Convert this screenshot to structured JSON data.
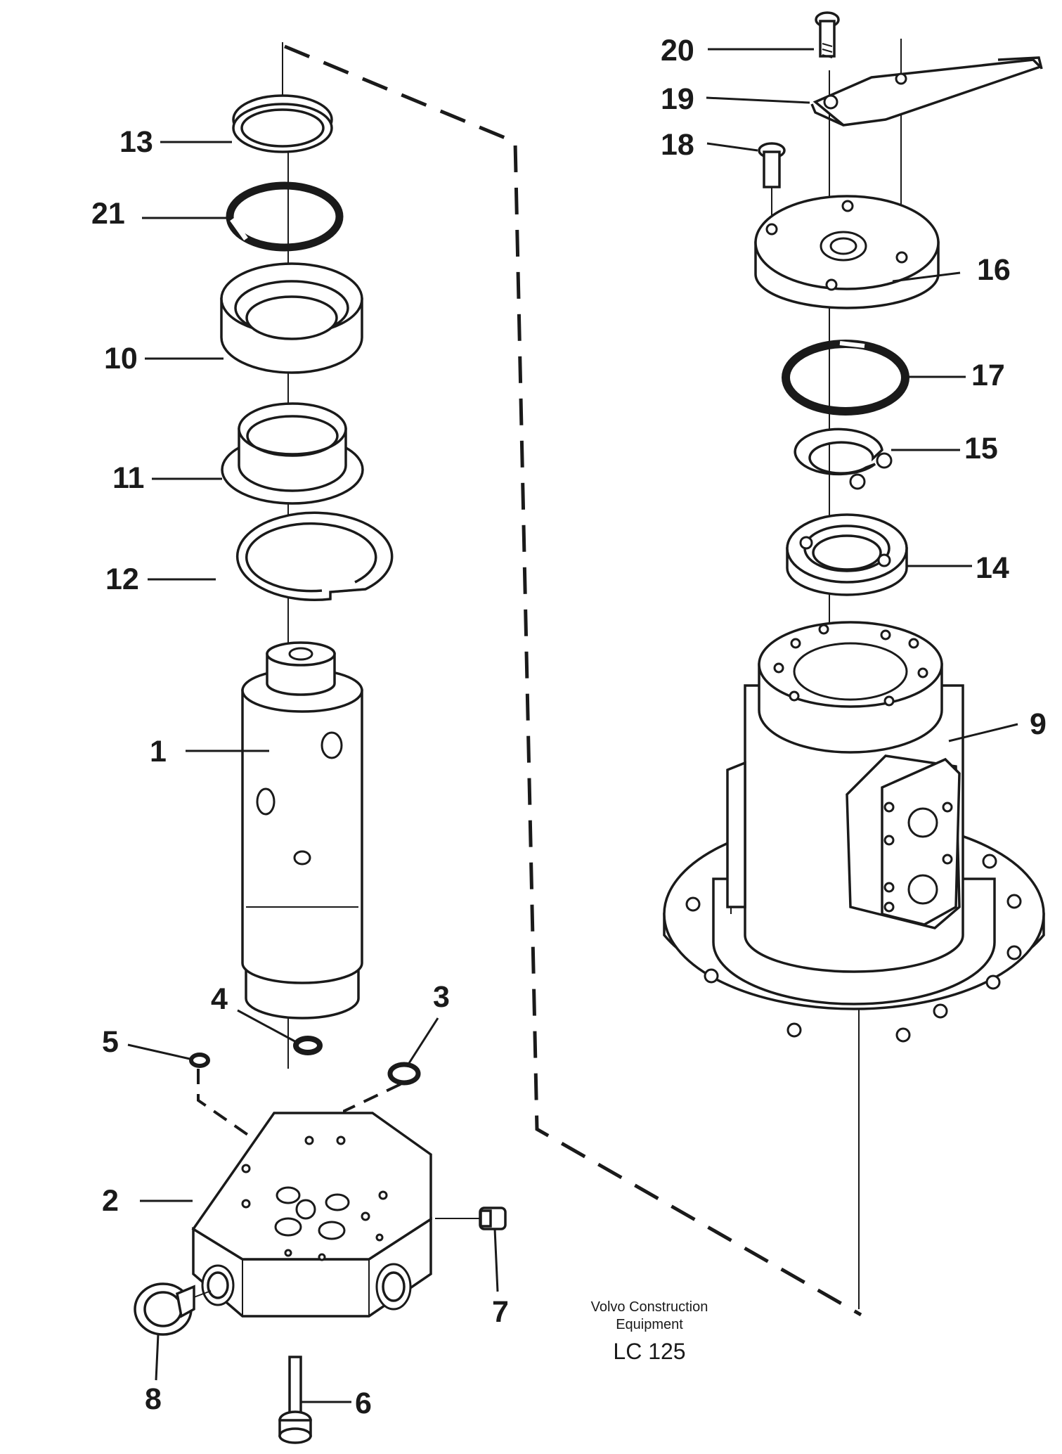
{
  "callouts": [
    {
      "id": "1",
      "text": "1"
    },
    {
      "id": "2",
      "text": "2"
    },
    {
      "id": "3",
      "text": "3"
    },
    {
      "id": "4",
      "text": "4"
    },
    {
      "id": "5",
      "text": "5"
    },
    {
      "id": "6",
      "text": "6"
    },
    {
      "id": "7",
      "text": "7"
    },
    {
      "id": "8",
      "text": "8"
    },
    {
      "id": "9",
      "text": "9"
    },
    {
      "id": "10",
      "text": "10"
    },
    {
      "id": "11",
      "text": "11"
    },
    {
      "id": "12",
      "text": "12"
    },
    {
      "id": "13",
      "text": "13"
    },
    {
      "id": "14",
      "text": "14"
    },
    {
      "id": "15",
      "text": "15"
    },
    {
      "id": "16",
      "text": "16"
    },
    {
      "id": "17",
      "text": "17"
    },
    {
      "id": "18",
      "text": "18"
    },
    {
      "id": "19",
      "text": "19"
    },
    {
      "id": "20",
      "text": "20"
    },
    {
      "id": "21",
      "text": "21"
    }
  ],
  "caption": {
    "line1": "Volvo Construction",
    "line2": "Equipment",
    "model": "LC 125"
  }
}
